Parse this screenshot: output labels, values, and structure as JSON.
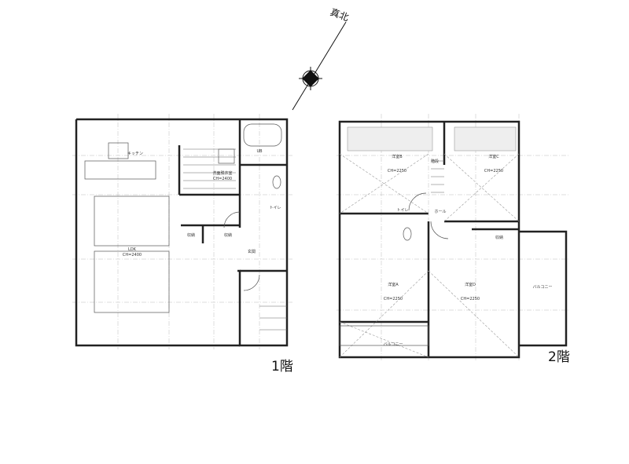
{
  "compass": {
    "label": "真北"
  },
  "floor1": {
    "title": "1階",
    "rooms": {
      "ldk": {
        "name": "LDK",
        "detail": "CH=2400"
      },
      "kitchen": {
        "name": "キッチン"
      },
      "washroom": {
        "name": "洗面脱衣室",
        "detail": "CH=2400"
      },
      "ub": {
        "name": "UB"
      },
      "toilet": {
        "name": "トイレ"
      },
      "storage1": {
        "name": "収納"
      },
      "storage2": {
        "name": "収納"
      },
      "entrance": {
        "name": "玄関"
      }
    }
  },
  "floor2": {
    "title": "2階",
    "rooms": {
      "roomA": {
        "name": "洋室A",
        "detail": "CH=2250"
      },
      "roomB": {
        "name": "洋室B",
        "detail": "CH=2250"
      },
      "roomC": {
        "name": "洋室C",
        "detail": "CH=2250"
      },
      "roomD": {
        "name": "洋室D",
        "detail": "CH=2250"
      },
      "toilet": {
        "name": "トイレ"
      },
      "hall": {
        "name": "ホール"
      },
      "stairs": {
        "name": "階段"
      },
      "storage": {
        "name": "収納"
      },
      "balcony1": {
        "name": "バルコニー"
      },
      "balcony2": {
        "name": "バルコニー"
      }
    }
  }
}
